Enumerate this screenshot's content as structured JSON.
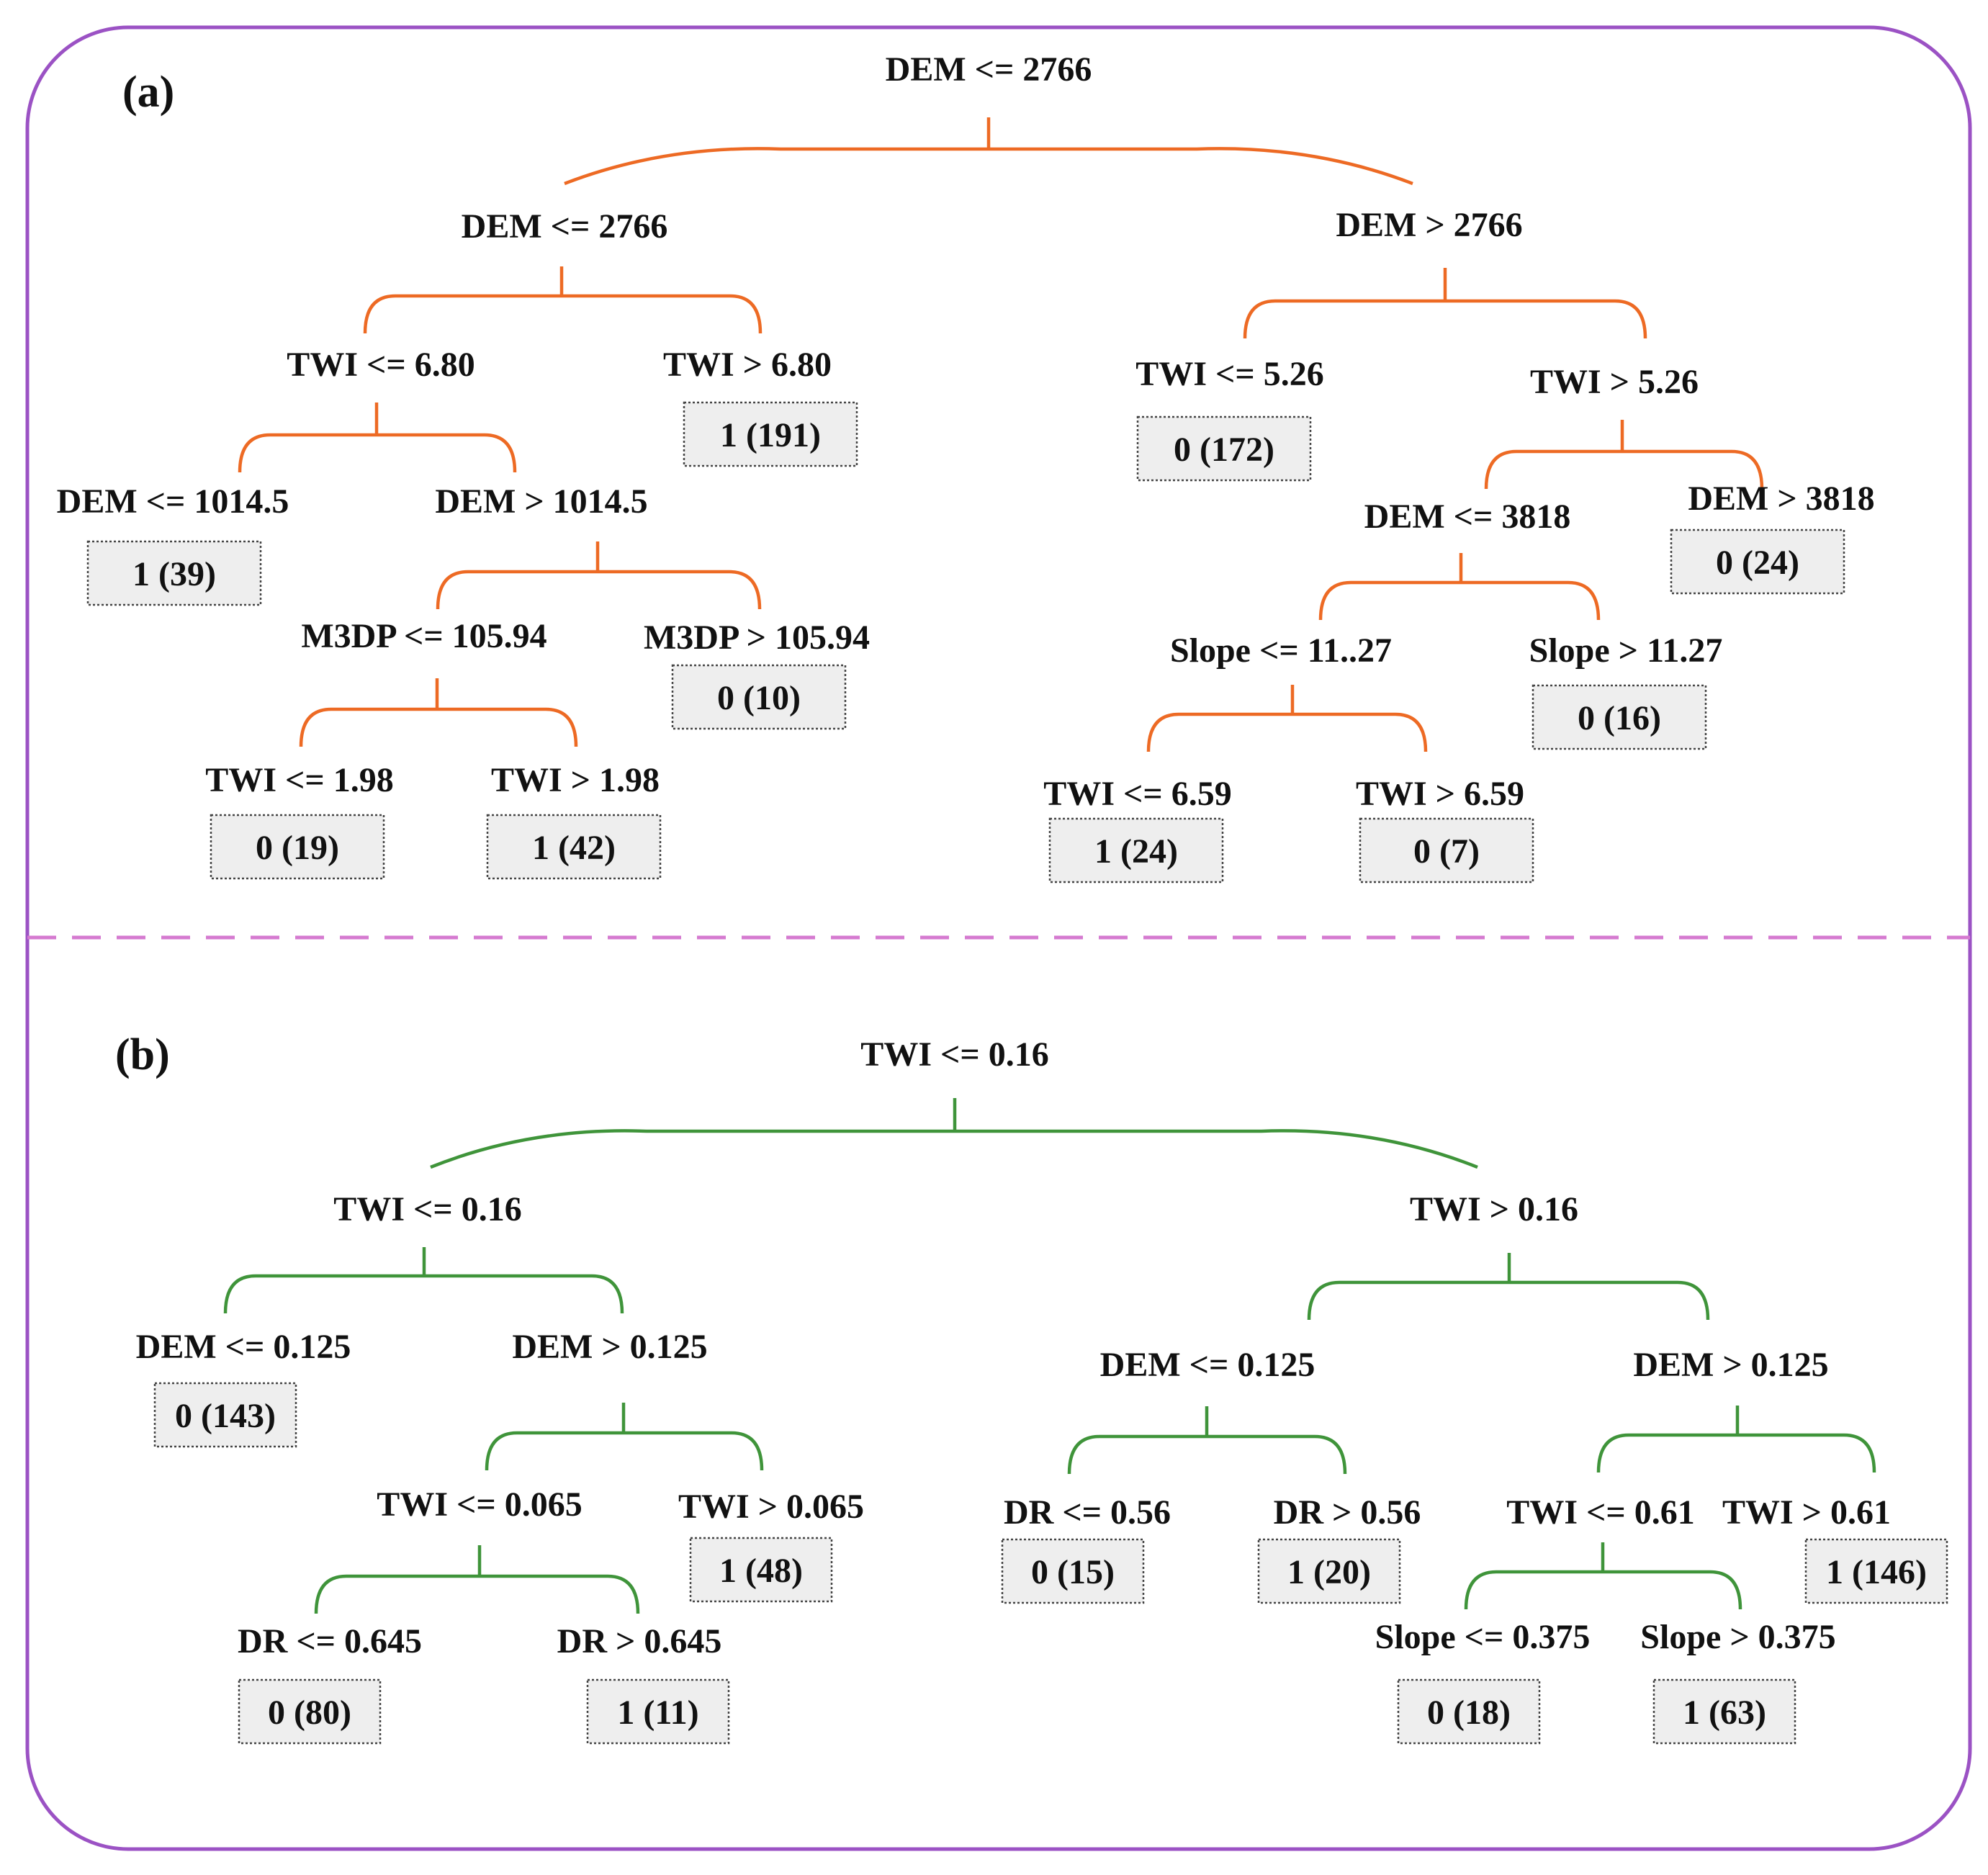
{
  "colors": {
    "frame": "#9b52c4",
    "divider": "#d57ad0",
    "tree_a": "#ed6a24",
    "tree_b": "#3f943a",
    "leaf_fill": "#eeeeee",
    "leaf_border": "#444444"
  },
  "panel_a": {
    "label": "(a)",
    "root": "DEM <= 2766",
    "nodes": {
      "dem_le_2766": "DEM <= 2766",
      "dem_gt_2766": "DEM > 2766",
      "twi_le_680": "TWI <= 6.80",
      "twi_gt_680": "TWI > 6.80",
      "dem_le_1014": "DEM <= 1014.5",
      "dem_gt_1014": "DEM > 1014.5",
      "m3dp_le": "M3DP <= 105.94",
      "m3dp_gt": "M3DP > 105.94",
      "twi_le_198": "TWI <= 1.98",
      "twi_gt_198": "TWI > 1.98",
      "twi_le_526": "TWI <= 5.26",
      "twi_gt_526": "TWI > 5.26",
      "dem_le_3818": "DEM <= 3818",
      "dem_gt_3818": "DEM > 3818",
      "slope_le_1127": "Slope <= 11..27",
      "slope_gt_1127": "Slope > 11.27",
      "twi_le_659": "TWI <= 6.59",
      "twi_gt_659": "TWI > 6.59"
    },
    "leaves": {
      "twi_gt_680": "1 (191)",
      "dem_le_1014": "1 (39)",
      "m3dp_gt": "0 (10)",
      "twi_le_198": "0 (19)",
      "twi_gt_198": "1 (42)",
      "twi_le_526": "0 (172)",
      "dem_gt_3818": "0 (24)",
      "slope_gt_1127": "0 (16)",
      "twi_le_659": "1 (24)",
      "twi_gt_659": "0 (7)"
    }
  },
  "panel_b": {
    "label": "(b)",
    "root": "TWI <= 0.16",
    "nodes": {
      "twi_le_016": "TWI <= 0.16",
      "twi_gt_016": "TWI > 0.16",
      "dem_le_0125_l": "DEM <= 0.125",
      "dem_gt_0125_l": "DEM > 0.125",
      "twi_le_0065": "TWI <= 0.065",
      "twi_gt_0065": "TWI > 0.065",
      "dr_le_0645": "DR <= 0.645",
      "dr_gt_0645": "DR > 0.645",
      "dem_le_0125_r": "DEM <= 0.125",
      "dem_gt_0125_r": "DEM > 0.125",
      "dr_le_056": "DR <= 0.56",
      "dr_gt_056": "DR > 0.56",
      "twi_le_061": "TWI <= 0.61",
      "twi_gt_061": "TWI > 0.61",
      "slope_le_0375": "Slope <= 0.375",
      "slope_gt_0375": "Slope > 0.375"
    },
    "leaves": {
      "dem_le_0125_l": "0 (143)",
      "twi_gt_0065": "1 (48)",
      "dr_le_0645": "0 (80)",
      "dr_gt_0645": "1 (11)",
      "dr_le_056": "0 (15)",
      "dr_gt_056": "1 (20)",
      "twi_gt_061": "1 (146)",
      "slope_le_0375": "0 (18)",
      "slope_gt_0375": "1 (63)"
    }
  }
}
